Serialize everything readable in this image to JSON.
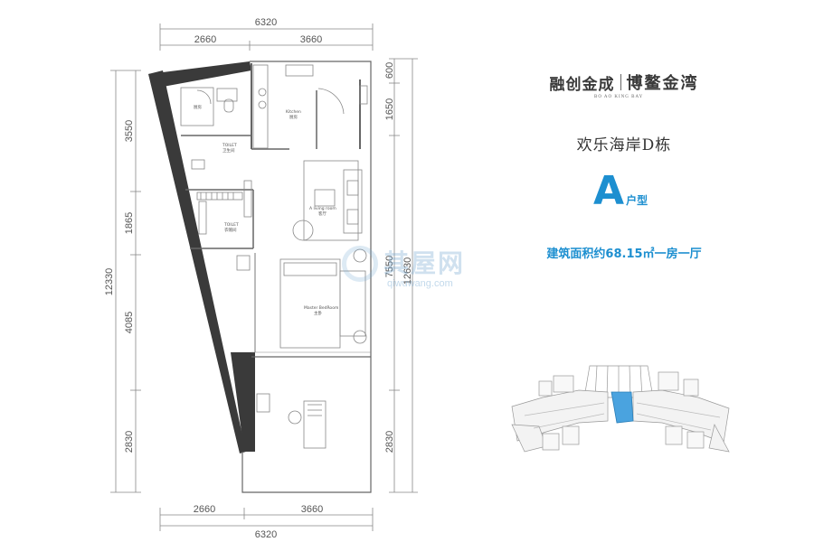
{
  "brand": {
    "developer": "融创金成",
    "project": "博鳌金湾",
    "project_en": "BO AO KING BAY"
  },
  "building": "欢乐海岸D栋",
  "unit": {
    "letter": "A",
    "suffix": "户型"
  },
  "area_prefix": "建筑面积约",
  "area_value": "68.15",
  "area_unit": "㎡",
  "area_layout": "一房一厅",
  "dimensions": {
    "top_total": "6320",
    "top_left": "2660",
    "top_right": "3660",
    "bottom_total": "6320",
    "bottom_left": "2660",
    "bottom_right": "3660",
    "left_total": "12330",
    "left_1": "3550",
    "left_2": "1865",
    "left_3": "4085",
    "left_4": "2830",
    "right_total": "12630",
    "right_1": "600",
    "right_2": "1650",
    "right_3": "7550",
    "right_4": "2830"
  },
  "rooms": {
    "kitchen": "Kitchen",
    "kitchen_cn": "厨房",
    "bath_cn": "厨房",
    "toilet1": "TOILET",
    "toilet1_cn": "卫生间",
    "toilet2": "TOILET",
    "toilet2_cn": "衣帽间",
    "living": "A living room",
    "living_cn": "客厅",
    "bedroom": "Master BedRoom",
    "bedroom_cn": "主卧"
  },
  "watermark": {
    "name": "其屋网",
    "url": "qiwuwang.com"
  },
  "colors": {
    "accent": "#1d8fd0",
    "wall": "#3a3a3a",
    "highlight": "#4aa3df"
  }
}
